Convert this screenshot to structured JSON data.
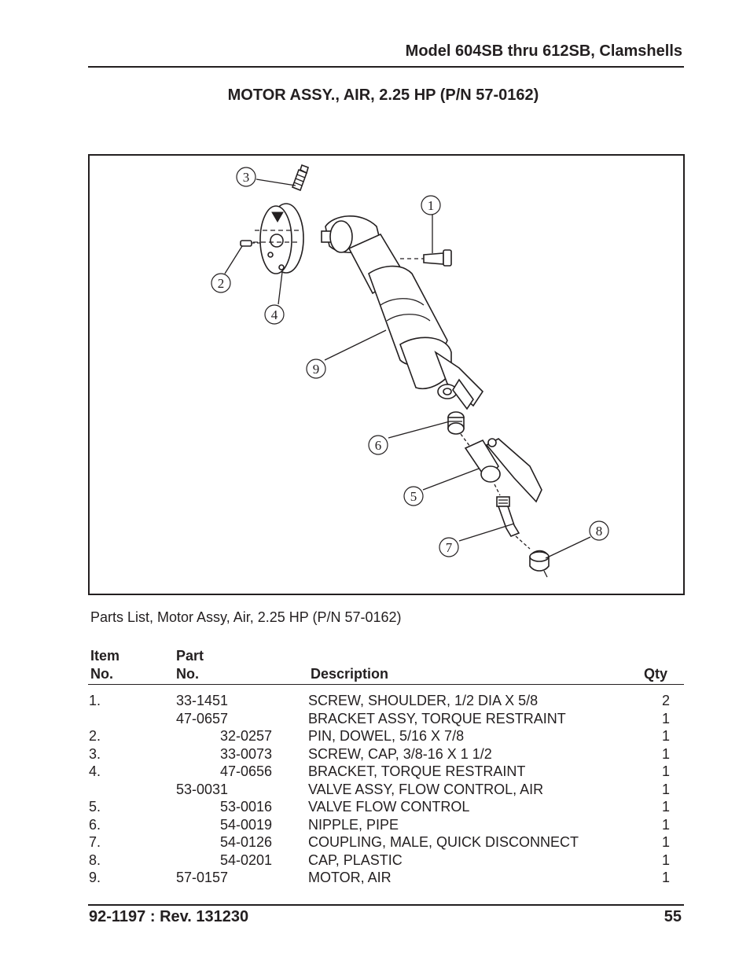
{
  "header": {
    "title": "Model 604SB thru 612SB, Clamshells"
  },
  "page_title": "MOTOR ASSY., AIR, 2.25 HP (P/N 57-0162)",
  "figure": {
    "callouts": [
      {
        "id": "c1",
        "label": "1"
      },
      {
        "id": "c2",
        "label": "2"
      },
      {
        "id": "c3",
        "label": "3"
      },
      {
        "id": "c4",
        "label": "4"
      },
      {
        "id": "c5",
        "label": "5"
      },
      {
        "id": "c6",
        "label": "6"
      },
      {
        "id": "c7",
        "label": "7"
      },
      {
        "id": "c8",
        "label": "8"
      },
      {
        "id": "c9",
        "label": "9"
      }
    ]
  },
  "caption": "Parts List, Motor Assy, Air, 2.25 HP (P/N 57-0162)",
  "table": {
    "headers": {
      "item_line1": "Item",
      "item_line2": "No.",
      "part_line1": "Part",
      "part_line2": "No.",
      "description": "Description",
      "qty": "Qty"
    },
    "rows": [
      {
        "item": "1.",
        "part": "33-1451",
        "description": "SCREW, SHOULDER, 1/2 DIA X 5/8",
        "qty": "2",
        "indent": false
      },
      {
        "item": "",
        "part": "47-0657",
        "description": "BRACKET ASSY, TORQUE RESTRAINT",
        "qty": "1",
        "indent": false
      },
      {
        "item": "2.",
        "part": "32-0257",
        "description": "PIN, DOWEL, 5/16 X 7/8",
        "qty": "1",
        "indent": true
      },
      {
        "item": "3.",
        "part": "33-0073",
        "description": "SCREW, CAP, 3/8-16 X 1 1/2",
        "qty": "1",
        "indent": true
      },
      {
        "item": "4.",
        "part": "47-0656",
        "description": "BRACKET, TORQUE RESTRAINT",
        "qty": "1",
        "indent": true
      },
      {
        "item": "",
        "part": "53-0031",
        "description": "VALVE ASSY, FLOW CONTROL, AIR",
        "qty": "1",
        "indent": false
      },
      {
        "item": "5.",
        "part": "53-0016",
        "description": "VALVE FLOW CONTROL",
        "qty": "1",
        "indent": true
      },
      {
        "item": "6.",
        "part": "54-0019",
        "description": "NIPPLE, PIPE",
        "qty": "1",
        "indent": true
      },
      {
        "item": "7.",
        "part": "54-0126",
        "description": "COUPLING, MALE, QUICK DISCONNECT",
        "qty": "1",
        "indent": true
      },
      {
        "item": "8.",
        "part": "54-0201",
        "description": "CAP, PLASTIC",
        "qty": "1",
        "indent": true
      },
      {
        "item": "9.",
        "part": "57-0157",
        "description": "MOTOR, AIR",
        "qty": "1",
        "indent": false
      }
    ]
  },
  "footer": {
    "doc_number": "92-1197 : Rev. 131230",
    "page_number": "55"
  }
}
